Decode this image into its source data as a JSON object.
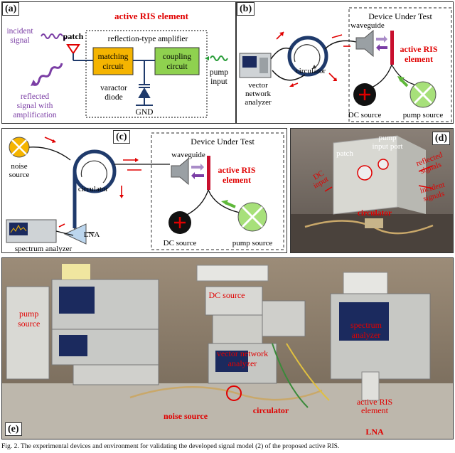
{
  "colors": {
    "red": "#e00000",
    "purple": "#7b3ea5",
    "navy": "#1f3a6b",
    "orange": "#f5b400",
    "green": "#8fd14f",
    "dut_border": "#555555"
  },
  "panel_a": {
    "label": "(a)",
    "title": "active RIS element",
    "incident": [
      "incident",
      "signal"
    ],
    "patch": "patch",
    "amp_title": "reflection-type amplifier",
    "matching": [
      "matching",
      "circuit"
    ],
    "coupling": [
      "coupling",
      "circuit"
    ],
    "varactor": [
      "varactor",
      "diode"
    ],
    "gnd": "GND",
    "pump": [
      "pump",
      "input"
    ],
    "reflected": [
      "reflected",
      "signal with",
      "amplification"
    ]
  },
  "panel_b": {
    "label": "(b)",
    "dut": "Device Under Test",
    "waveguide": "waveguide",
    "ris": [
      "active RIS",
      "element"
    ],
    "circulator": "circulator",
    "vna": [
      "vector",
      "network",
      "analyzer"
    ],
    "dc": "DC source",
    "pump": "pump source"
  },
  "panel_c": {
    "label": "(c)",
    "dut": "Device Under Test",
    "noise": [
      "noise",
      "source"
    ],
    "circulator": "circulator",
    "waveguide": "waveguide",
    "ris": [
      "active RIS",
      "element"
    ],
    "lna": "LNA",
    "spectrum": "spectrum analyzer",
    "dc": "DC source",
    "pump": "pump source"
  },
  "panel_d": {
    "label": "(d)",
    "patch": "patch",
    "pump_port": [
      "pump",
      "input port"
    ],
    "dc_input": [
      "DC",
      "input"
    ],
    "reflected": [
      "reflected",
      "signals"
    ],
    "incident": [
      "incident",
      "signals"
    ],
    "circulator": "circulator"
  },
  "panel_e": {
    "label": "(e)",
    "pump": [
      "pump",
      "source"
    ],
    "dc": "DC source",
    "vna": [
      "vector network",
      "analyzer"
    ],
    "spectrum": [
      "spectrum",
      "analyzer"
    ],
    "noise": "noise source",
    "circulator": "circulator",
    "ris": [
      "active RIS",
      "element"
    ],
    "lna": "LNA"
  },
  "caption": "Fig. 2.  The experimental devices and environment for validating the developed signal model (2) of the proposed active RIS."
}
